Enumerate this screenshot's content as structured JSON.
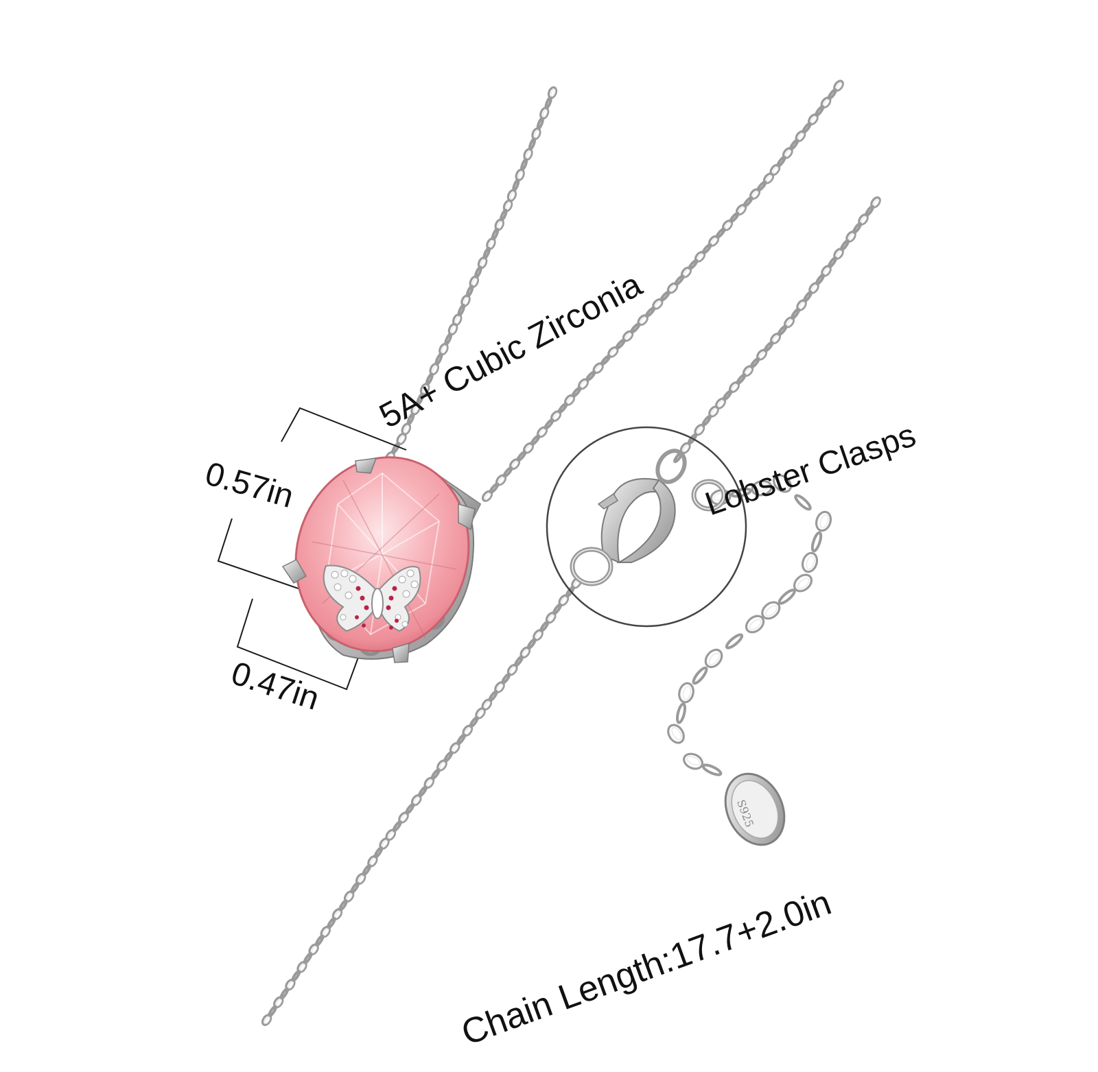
{
  "image": {
    "subject": "sterling silver necklace with pink oval cubic zirconia pendant and butterfly accent",
    "background_color": "#ffffff"
  },
  "annotations": {
    "stone": "5A+ Cubic Zirconia",
    "clasp": "Lobster Clasps",
    "height": "0.57in",
    "width": "0.47in",
    "chain_length": "Chain Length:17.7+2.0in"
  },
  "tag_stamp": "S925",
  "colors": {
    "chain": "#9a9a9a",
    "chain_highlight": "#e4e4e4",
    "stone": "#f6a5ad",
    "stone_light": "#fde0e3",
    "stone_dark": "#d9707c",
    "silver": "#c6c6c6",
    "accent_red": "#b8234a",
    "text": "#111111",
    "lines": "#1a1a1a"
  }
}
